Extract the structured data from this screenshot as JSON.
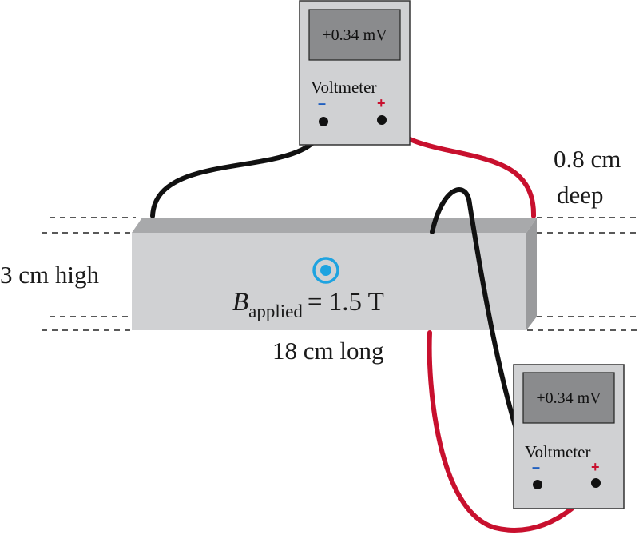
{
  "colors": {
    "bar_fill": "#d0d1d3",
    "bar_top": "#a8a9ab",
    "bar_side": "#9a9b9d",
    "meter_body": "#d0d1d3",
    "meter_display": "#8a8b8d",
    "wire_black": "#111111",
    "wire_red": "#c8102e",
    "field_symbol": "#1ea3e0"
  },
  "dimensions": {
    "high": "3 cm high",
    "long": "18 cm long",
    "deep_line1": "0.8 cm",
    "deep_line2": "deep"
  },
  "field": {
    "symbol": "B",
    "subscript": "applied",
    "value": "= 1.5 T",
    "direction_icon": "out-of-page-dot-icon"
  },
  "voltmeters": [
    {
      "reading": "+0.34 mV",
      "title": "Voltmeter",
      "minus": "–",
      "plus": "+"
    },
    {
      "reading": "+0.34 mV",
      "title": "Voltmeter",
      "minus": "–",
      "plus": "+"
    }
  ]
}
